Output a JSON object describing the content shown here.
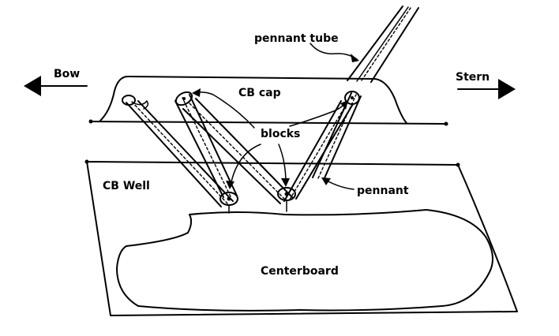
{
  "labels": {
    "bow": "Bow",
    "stern": "Stern",
    "pennant_tube": "pennant tube",
    "cb_cap": "CB cap",
    "blocks": "blocks",
    "cb_well": "CB Well",
    "pennant": "pennant",
    "centerboard": "Centerboard"
  },
  "colors": {
    "ink": "#000000",
    "background": "#ffffff"
  }
}
